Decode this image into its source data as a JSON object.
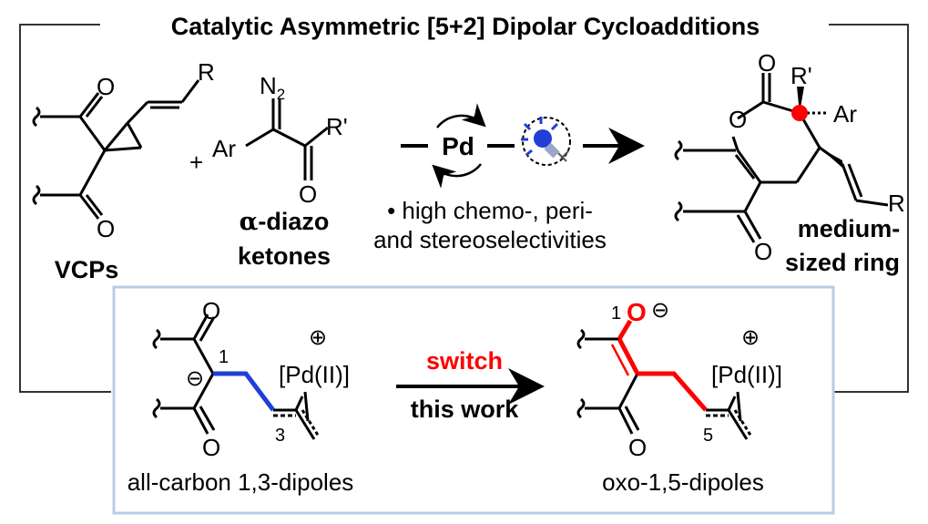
{
  "title": "Catalytic Asymmetric [5+2] Dipolar Cycloadditions",
  "reactants": {
    "vcp": {
      "substituent": "R",
      "oxygen": "O",
      "label": "VCPs"
    },
    "plus": "+",
    "diazo": {
      "aryl": "Ar",
      "n2": "N",
      "n2_sub": "2",
      "r_prime": "R'",
      "oxygen": "O",
      "label_alpha": "α",
      "label_line1": "-diazo",
      "label_line2": "ketones"
    }
  },
  "conditions": {
    "catalyst": "Pd",
    "notes_line1": "• high chemo-, peri-",
    "notes_line2": "and stereoselectivities"
  },
  "product": {
    "o1": "O",
    "o2": "O",
    "r_prime": "R'",
    "aryl": "Ar",
    "r": "R",
    "o3": "O",
    "label_line1": "medium-",
    "label_line2": "sized ring"
  },
  "mechanism": {
    "left": {
      "o_top": "O",
      "o_bottom": "O",
      "position1": "1",
      "position3": "3",
      "charge_neg": "⊖",
      "charge_pos": "⊕",
      "metal": "[Pd(II)]",
      "label": "all-carbon 1,3-dipoles"
    },
    "arrow": {
      "top": "switch",
      "bottom": "this work"
    },
    "right": {
      "o_top": "O",
      "o_bottom": "O",
      "position1": "1",
      "position5": "5",
      "charge_neg": "⊖",
      "charge_pos": "⊕",
      "metal": "[Pd(II)]",
      "label": "oxo-1,5-dipoles"
    }
  },
  "colors": {
    "blue_bond": "#1f3fd6",
    "red": "#ff0000",
    "box_border": "#b8cce4",
    "lamp": "#1f3fd6"
  }
}
